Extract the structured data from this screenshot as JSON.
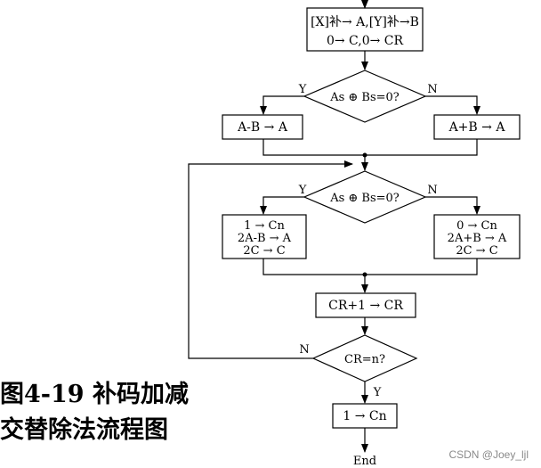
{
  "nodes": {
    "init": {
      "line1": "[X]补→ A,[Y]补→B",
      "line2": "0→ C,0→ CR"
    },
    "decision1": {
      "text": "As ⊕ Bs=0?",
      "yes": "Y",
      "no": "N"
    },
    "sub1": {
      "text": "A-B → A"
    },
    "add1": {
      "text": "A+B → A"
    },
    "decision2": {
      "text": "As ⊕ Bs=0?",
      "yes": "Y",
      "no": "N"
    },
    "left_block": {
      "line1": "1 → Cn",
      "line2": "2A-B → A",
      "line3": "2C → C"
    },
    "right_block": {
      "line1": "0 → Cn",
      "line2": "2A+B → A",
      "line3": "2C → C"
    },
    "counter": {
      "text": "CR+1 → CR"
    },
    "decision3": {
      "text": "CR=n?",
      "yes": "Y",
      "no": "N"
    },
    "final": {
      "text": "1 → Cn"
    },
    "end": {
      "text": "End"
    }
  },
  "caption": {
    "line1": "图4-19  补码加减",
    "line2": "交替除法流程图"
  },
  "watermark": "CSDN @Joey_ljl"
}
